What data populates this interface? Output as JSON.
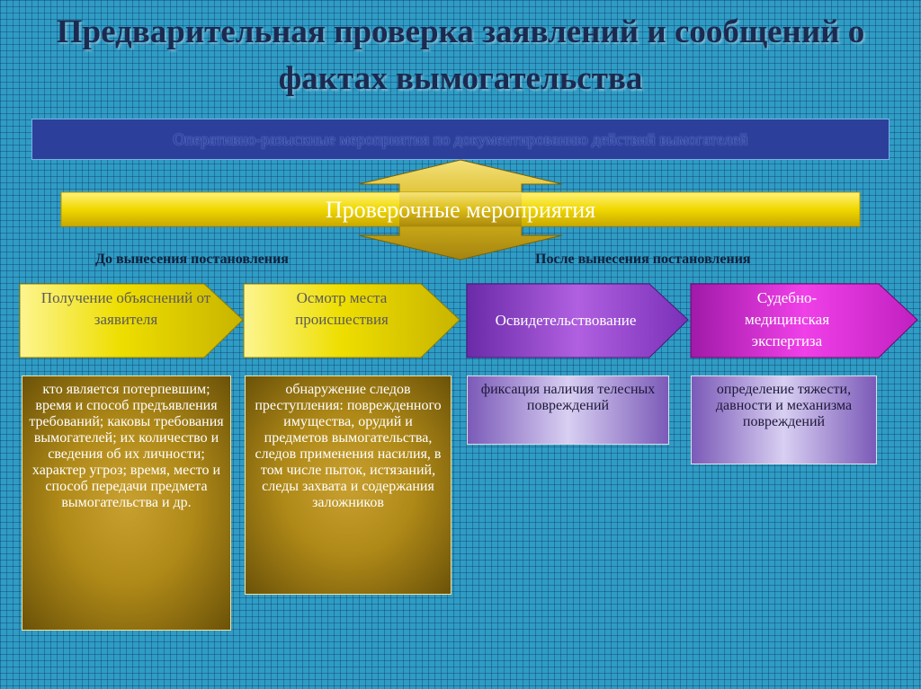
{
  "title": "Предварительная проверка заявлений и сообщений о фактах вымогательства",
  "ops_bar": "Оперативно-разыскные мероприятия по документированию действий вымогателей",
  "checks_label": "Проверочные мероприятия",
  "phases": {
    "before": "До вынесения постановления",
    "after": "После вынесения постановления"
  },
  "steps": [
    {
      "label": "Получение объяснений от заявителя",
      "color": "#f2e200"
    },
    {
      "label": "Осмотр места происшествия",
      "color": "#f2e200"
    },
    {
      "label": "Освидетельствование",
      "color": "#a040c8"
    },
    {
      "label": "Судебно-медицинская экспертиза",
      "color": "#d028c8"
    }
  ],
  "details": [
    "кто является потерпевшим; время и способ предъявления требований; каковы требования вымогателей; их количество и сведения об их личности; характер угроз; время, место и способ передачи предмета вымогательства и др.",
    "обнаружение следов преступления: поврежденного имущества, орудий и предметов вымогательства, следов применения насилия, в том числе пыток, истязаний, следы захвата и содержания заложников",
    "фиксация наличия телесных повреждений",
    "определение тяжести, давности и механизма повреждений"
  ]
}
